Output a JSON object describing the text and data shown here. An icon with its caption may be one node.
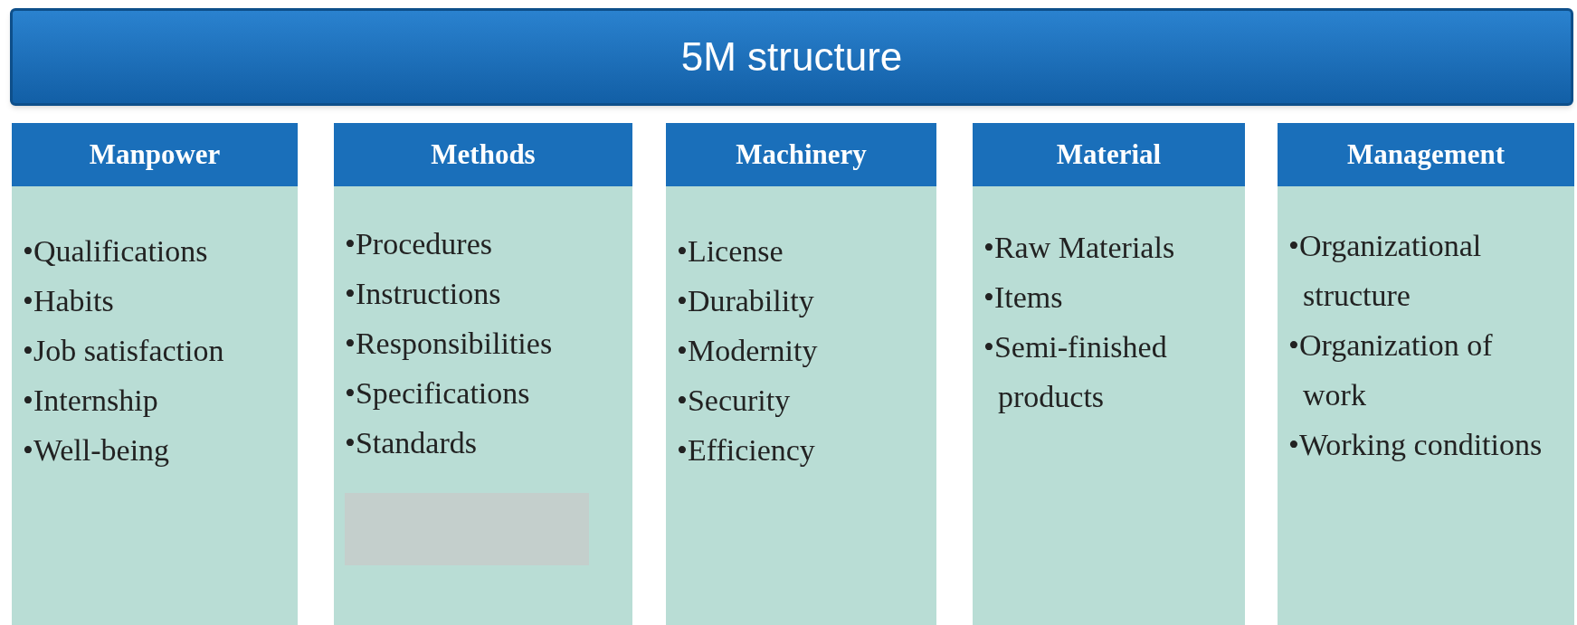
{
  "diagram": {
    "nodes": [
      {
        "text": [
          "5M structure"
        ]
      },
      {
        "text": [
          "Manpower",
          "•Qualifications",
          "•Habits",
          "•Job satisfaction",
          "•Internship",
          "•Well-being"
        ]
      },
      {
        "text": [
          "Methods",
          "•Procedures",
          "•Instructions",
          "•Responsibilities",
          "•Specifications",
          "•Standards"
        ]
      },
      {
        "text": [
          "Machinery",
          "•License",
          "•Durability",
          "•Modernity",
          "•Security",
          "•Efficiency"
        ]
      },
      {
        "text": [
          "Material",
          "•Raw Materials",
          "•Items",
          "•Semi-finished products"
        ]
      },
      {
        "text": [
          "Management",
          "•Organizational structure",
          "•Organization of work",
          "•Working conditions"
        ]
      }
    ]
  }
}
